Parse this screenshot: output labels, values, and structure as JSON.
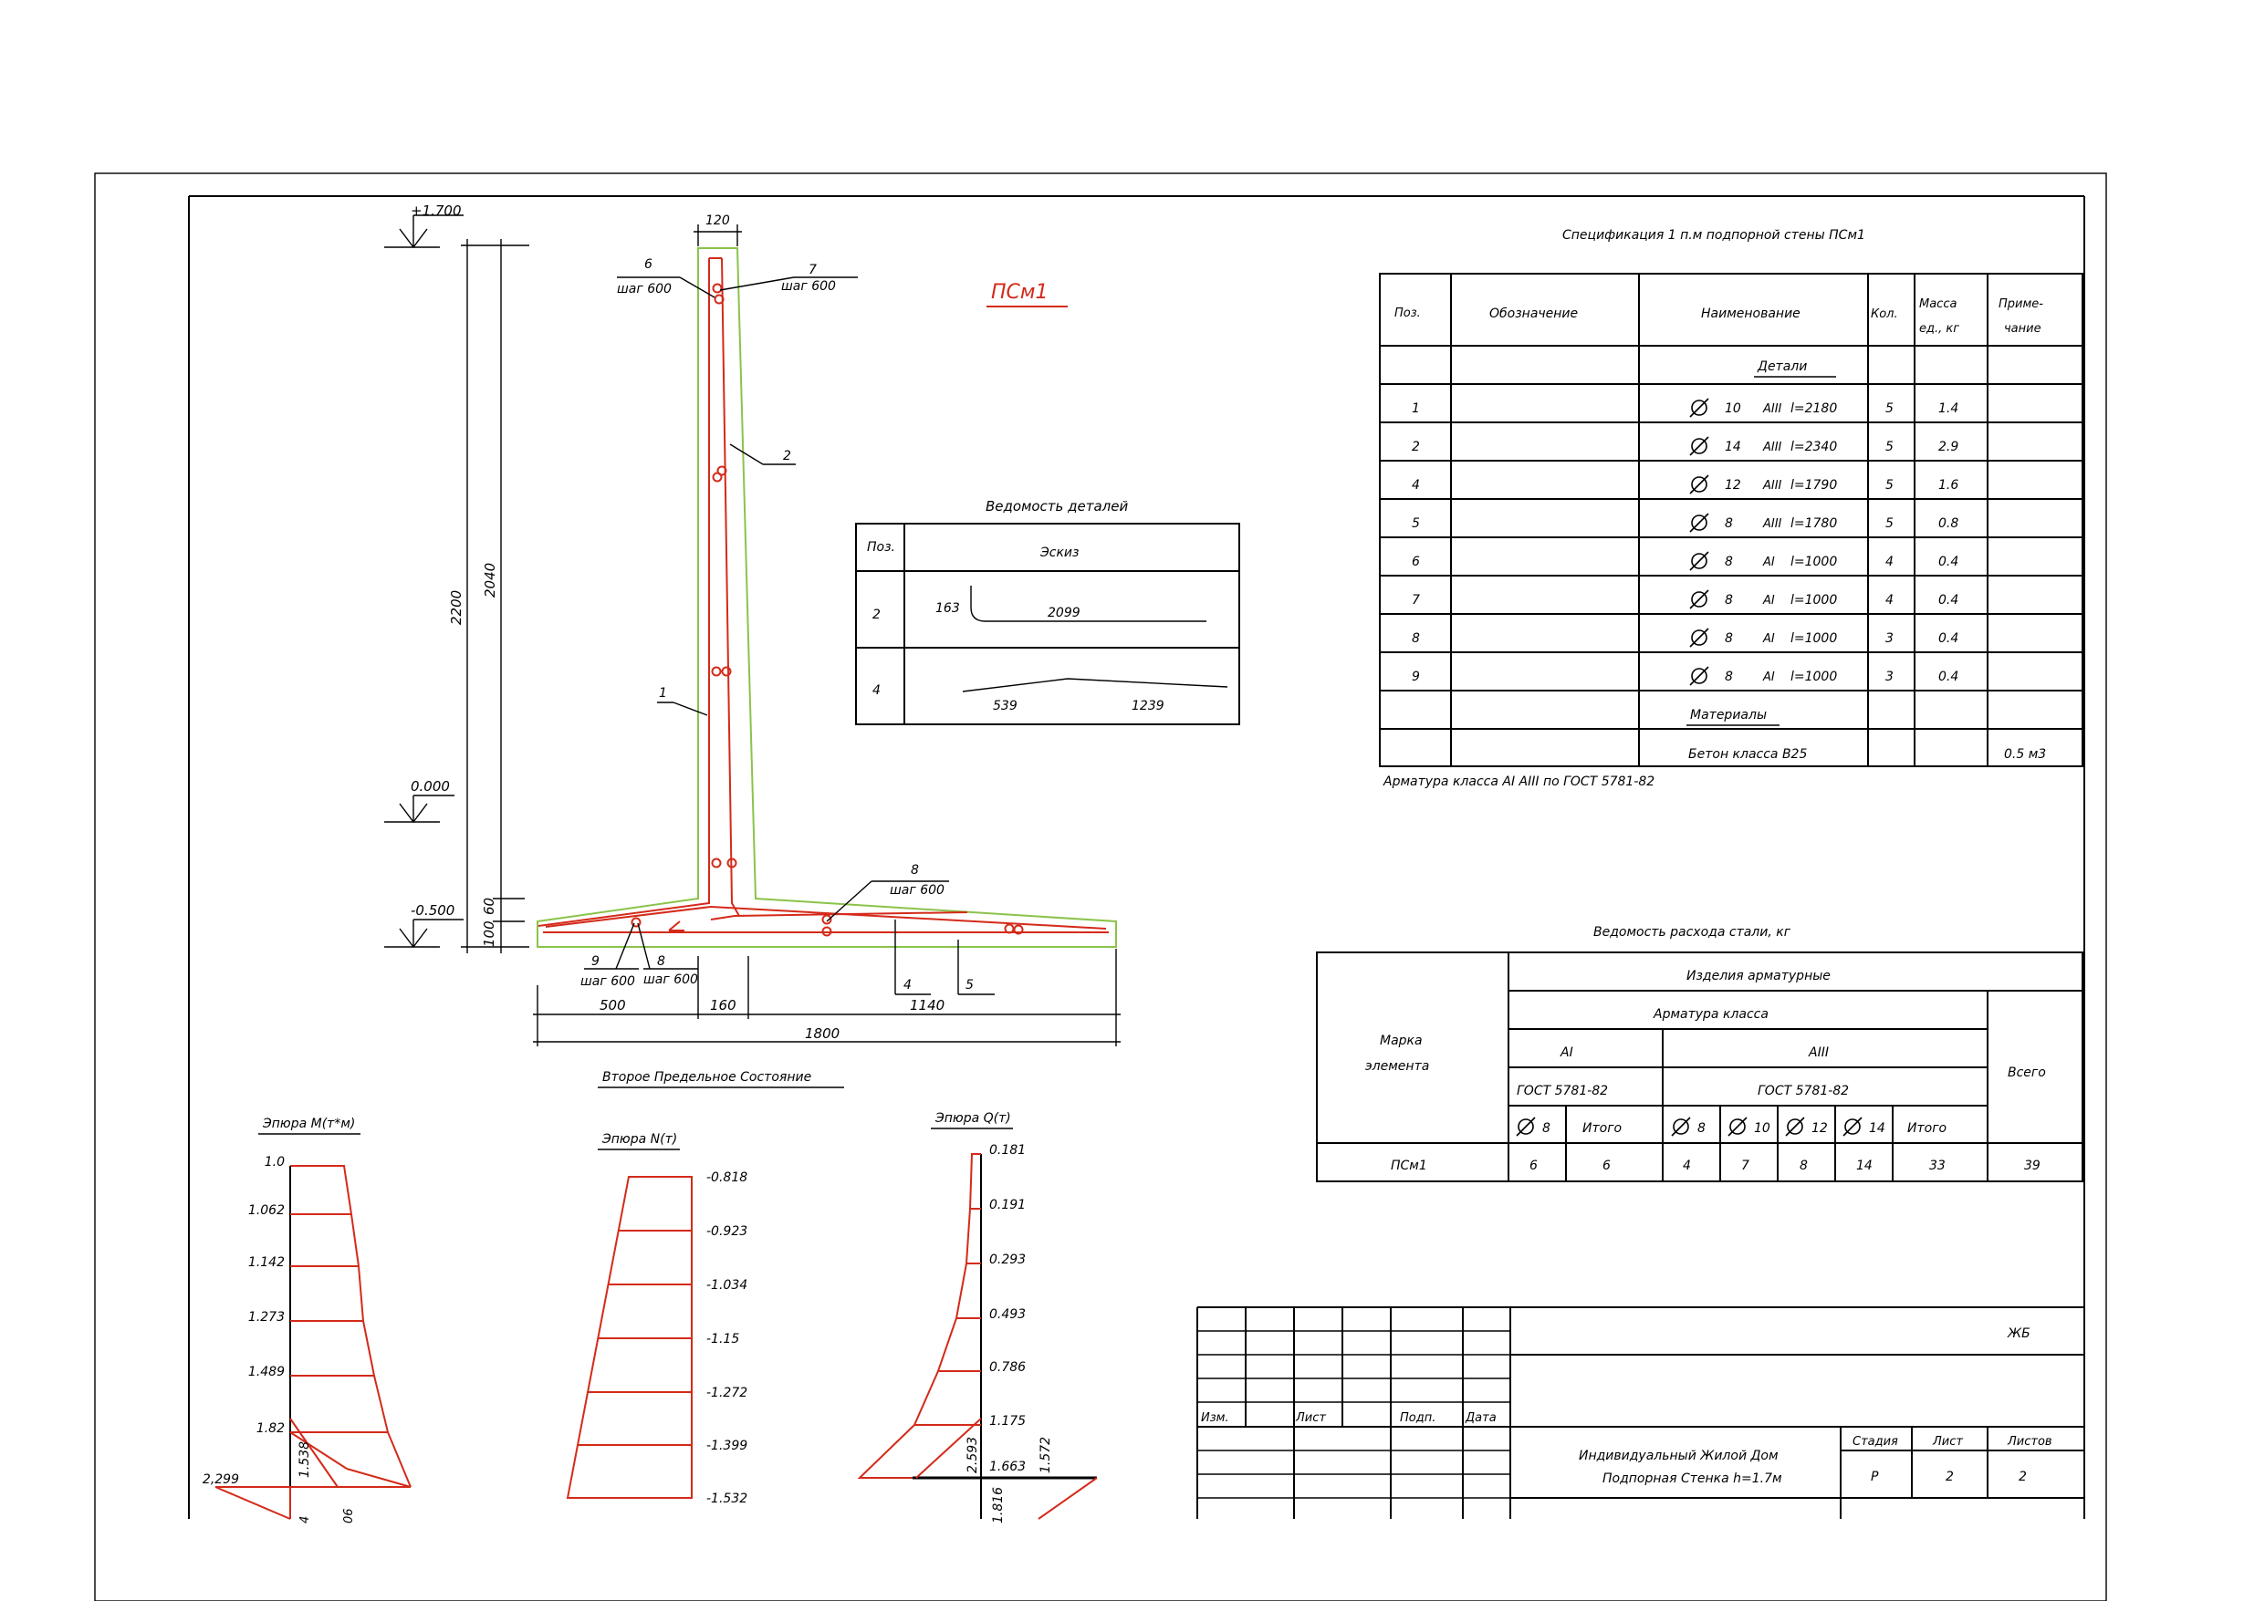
{
  "mark": "ПСм1",
  "elevations": {
    "top": "+1.700",
    "zero": "0.000",
    "bottom": "-0.500"
  },
  "dims": {
    "d120": "120",
    "d2200": "2200",
    "d2040": "2040",
    "d100": "100",
    "d60": "60",
    "d500": "500",
    "d160": "160",
    "d1140": "1140",
    "d1800": "1800"
  },
  "labels": {
    "pos6": "6",
    "pos6_step": "шаг 600",
    "pos7": "7",
    "pos7_step": "шаг 600",
    "pos2": "2",
    "pos1": "1",
    "pos8a": "8",
    "pos8a_step": "шаг 600",
    "pos9": "9",
    "pos9_step": "шаг 600",
    "pos8b": "8",
    "pos8b_step": "шаг 600",
    "pos4": "4",
    "pos5": "5"
  },
  "details": {
    "title": "Ведомость деталей",
    "headers": [
      "Поз.",
      "Эскиз"
    ],
    "rows": [
      {
        "pos": "2",
        "a": "163",
        "b": "2099"
      },
      {
        "pos": "4",
        "a": "539",
        "b": "1239"
      }
    ]
  },
  "spec": {
    "title": "Спецификация 1 п.м подпорной стены ПСм1",
    "headers": {
      "pos": "Поз.",
      "oboz": "Обозначение",
      "name": "Наименование",
      "qty": "Кол.",
      "mass1": "Масса",
      "mass2": "ед., кг",
      "note1": "Приме-",
      "note2": "чание"
    },
    "section_details": "Детали",
    "rows": [
      {
        "pos": "1",
        "dia": "10",
        "cls": "AIII",
        "len": "l=2180",
        "qty": "5",
        "mass": "1.4"
      },
      {
        "pos": "2",
        "dia": "14",
        "cls": "AIII",
        "len": "l=2340",
        "qty": "5",
        "mass": "2.9"
      },
      {
        "pos": "4",
        "dia": "12",
        "cls": "AIII",
        "len": "l=1790",
        "qty": "5",
        "mass": "1.6"
      },
      {
        "pos": "5",
        "dia": "8",
        "cls": "AIII",
        "len": "l=1780",
        "qty": "5",
        "mass": "0.8"
      },
      {
        "pos": "6",
        "dia": "8",
        "cls": "AI",
        "len": "l=1000",
        "qty": "4",
        "mass": "0.4"
      },
      {
        "pos": "7",
        "dia": "8",
        "cls": "AI",
        "len": "l=1000",
        "qty": "4",
        "mass": "0.4"
      },
      {
        "pos": "8",
        "dia": "8",
        "cls": "AI",
        "len": "l=1000",
        "qty": "3",
        "mass": "0.4"
      },
      {
        "pos": "9",
        "dia": "8",
        "cls": "AI",
        "len": "l=1000",
        "qty": "3",
        "mass": "0.4"
      }
    ],
    "section_materials": "Материалы",
    "concrete": "Бетон класса В25",
    "concrete_note": "0.5 м3",
    "footnote": "Арматура класса AI    AIII  по ГОСТ 5781-82"
  },
  "steel": {
    "title": "Ведомость расхода стали, кг",
    "mark_header1": "Марка",
    "mark_header2": "элемента",
    "group": "Изделия арматурные",
    "class_header": "Арматура класса",
    "ai": "AI",
    "aiii": "AIII",
    "gost_ai": "ГОСТ 5781-82",
    "gost_aiii": "ГОСТ 5781-82",
    "total": "Всего",
    "cols": [
      "8",
      "Итого",
      "8",
      "10",
      "12",
      "14",
      "Итого"
    ],
    "row": {
      "mark": "ПСм1",
      "values": [
        "6",
        "6",
        "4",
        "7",
        "8",
        "14",
        "33"
      ],
      "total": "39"
    }
  },
  "diagrams": {
    "title": "Второе Предельное Состояние",
    "m": {
      "title": "Эпюра M(т*м)",
      "values": [
        "1.0",
        "1.062",
        "1.142",
        "1.273",
        "1.489",
        "1.82",
        "2,299"
      ],
      "extra1": "1.538",
      "extra2": "4",
      "extra3": "06"
    },
    "n": {
      "title": "Эпюра N(т)",
      "values": [
        "-0.818",
        "-0.923",
        "-1.034",
        "-1.15",
        "-1.272",
        "-1.399",
        "-1.532"
      ]
    },
    "q": {
      "title": "Эпюра Q(т)",
      "values": [
        "0.181",
        "0.191",
        "0.293",
        "0.493",
        "0.786",
        "1.175",
        "1.663"
      ],
      "extra1": "2.593",
      "extra2": "1.572",
      "extra3": "1.816"
    }
  },
  "titleblock": {
    "code": "ЖБ",
    "izm": "Изм.",
    "list": "Лист",
    "podp": "Подп.",
    "data": "Дата",
    "project1": "Индивидуальный Жилой Дом",
    "project2": "Подпорная Стенка h=1.7м",
    "stage_h": "Стадия",
    "sheet_h": "Лист",
    "sheets_h": "Листов",
    "stage": "Р",
    "sheet": "2",
    "sheets": "2"
  }
}
